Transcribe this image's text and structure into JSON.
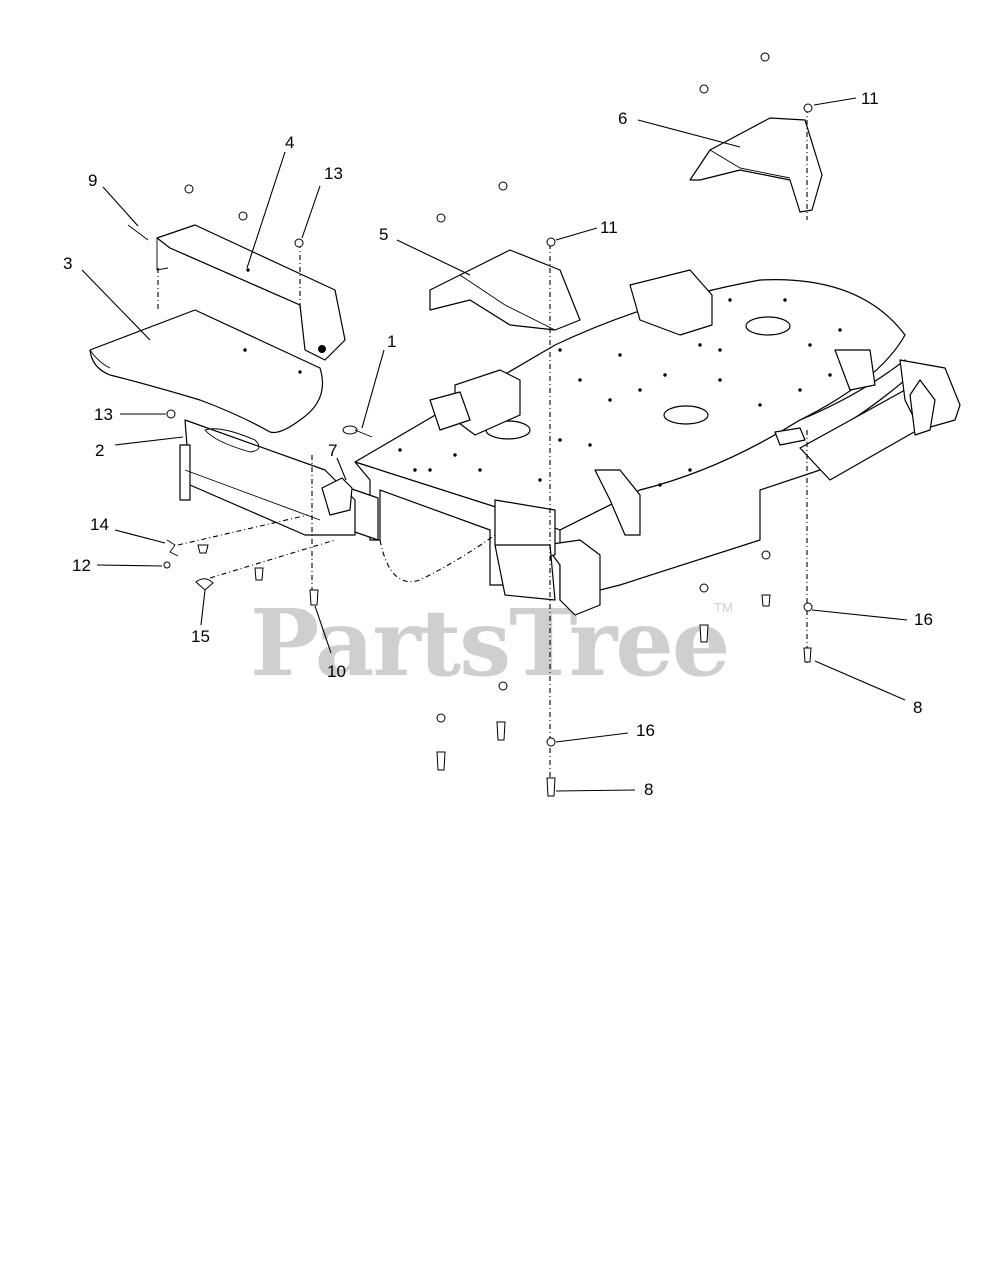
{
  "watermark": {
    "text": "PartsTree",
    "tm": "TM"
  },
  "callouts": [
    "1",
    "2",
    "3",
    "4",
    "5",
    "6",
    "7",
    "8",
    "8",
    "9",
    "10",
    "11",
    "11",
    "12",
    "13",
    "13",
    "14",
    "15",
    "16",
    "16"
  ]
}
